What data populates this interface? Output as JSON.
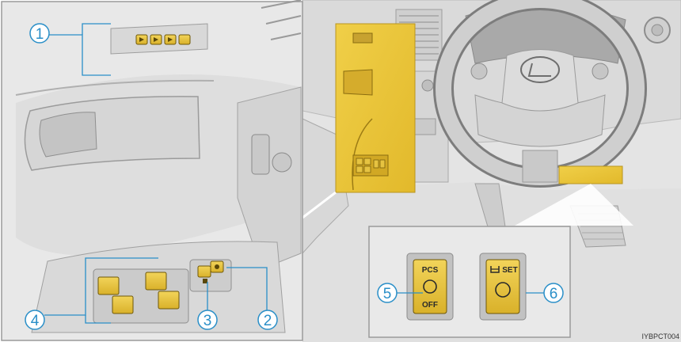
{
  "callouts": [
    {
      "id": "1",
      "label": "1"
    },
    {
      "id": "2",
      "label": "2"
    },
    {
      "id": "3",
      "label": "3"
    },
    {
      "id": "4",
      "label": "4"
    },
    {
      "id": "5",
      "label": "5"
    },
    {
      "id": "6",
      "label": "6"
    }
  ],
  "buttons": {
    "pcs_top": "PCS",
    "pcs_bottom": "OFF",
    "set_label": "SET"
  },
  "image_code": "IYBPCT004",
  "colors": {
    "highlight": "#e8c53a",
    "highlight_dark": "#c9a21c",
    "callout": "#2a8fc8",
    "background": "#e6e6e6",
    "line": "#9a9a9a"
  },
  "icons": [
    "lexus-logo-icon",
    "steering-wheel-heater-icon"
  ]
}
